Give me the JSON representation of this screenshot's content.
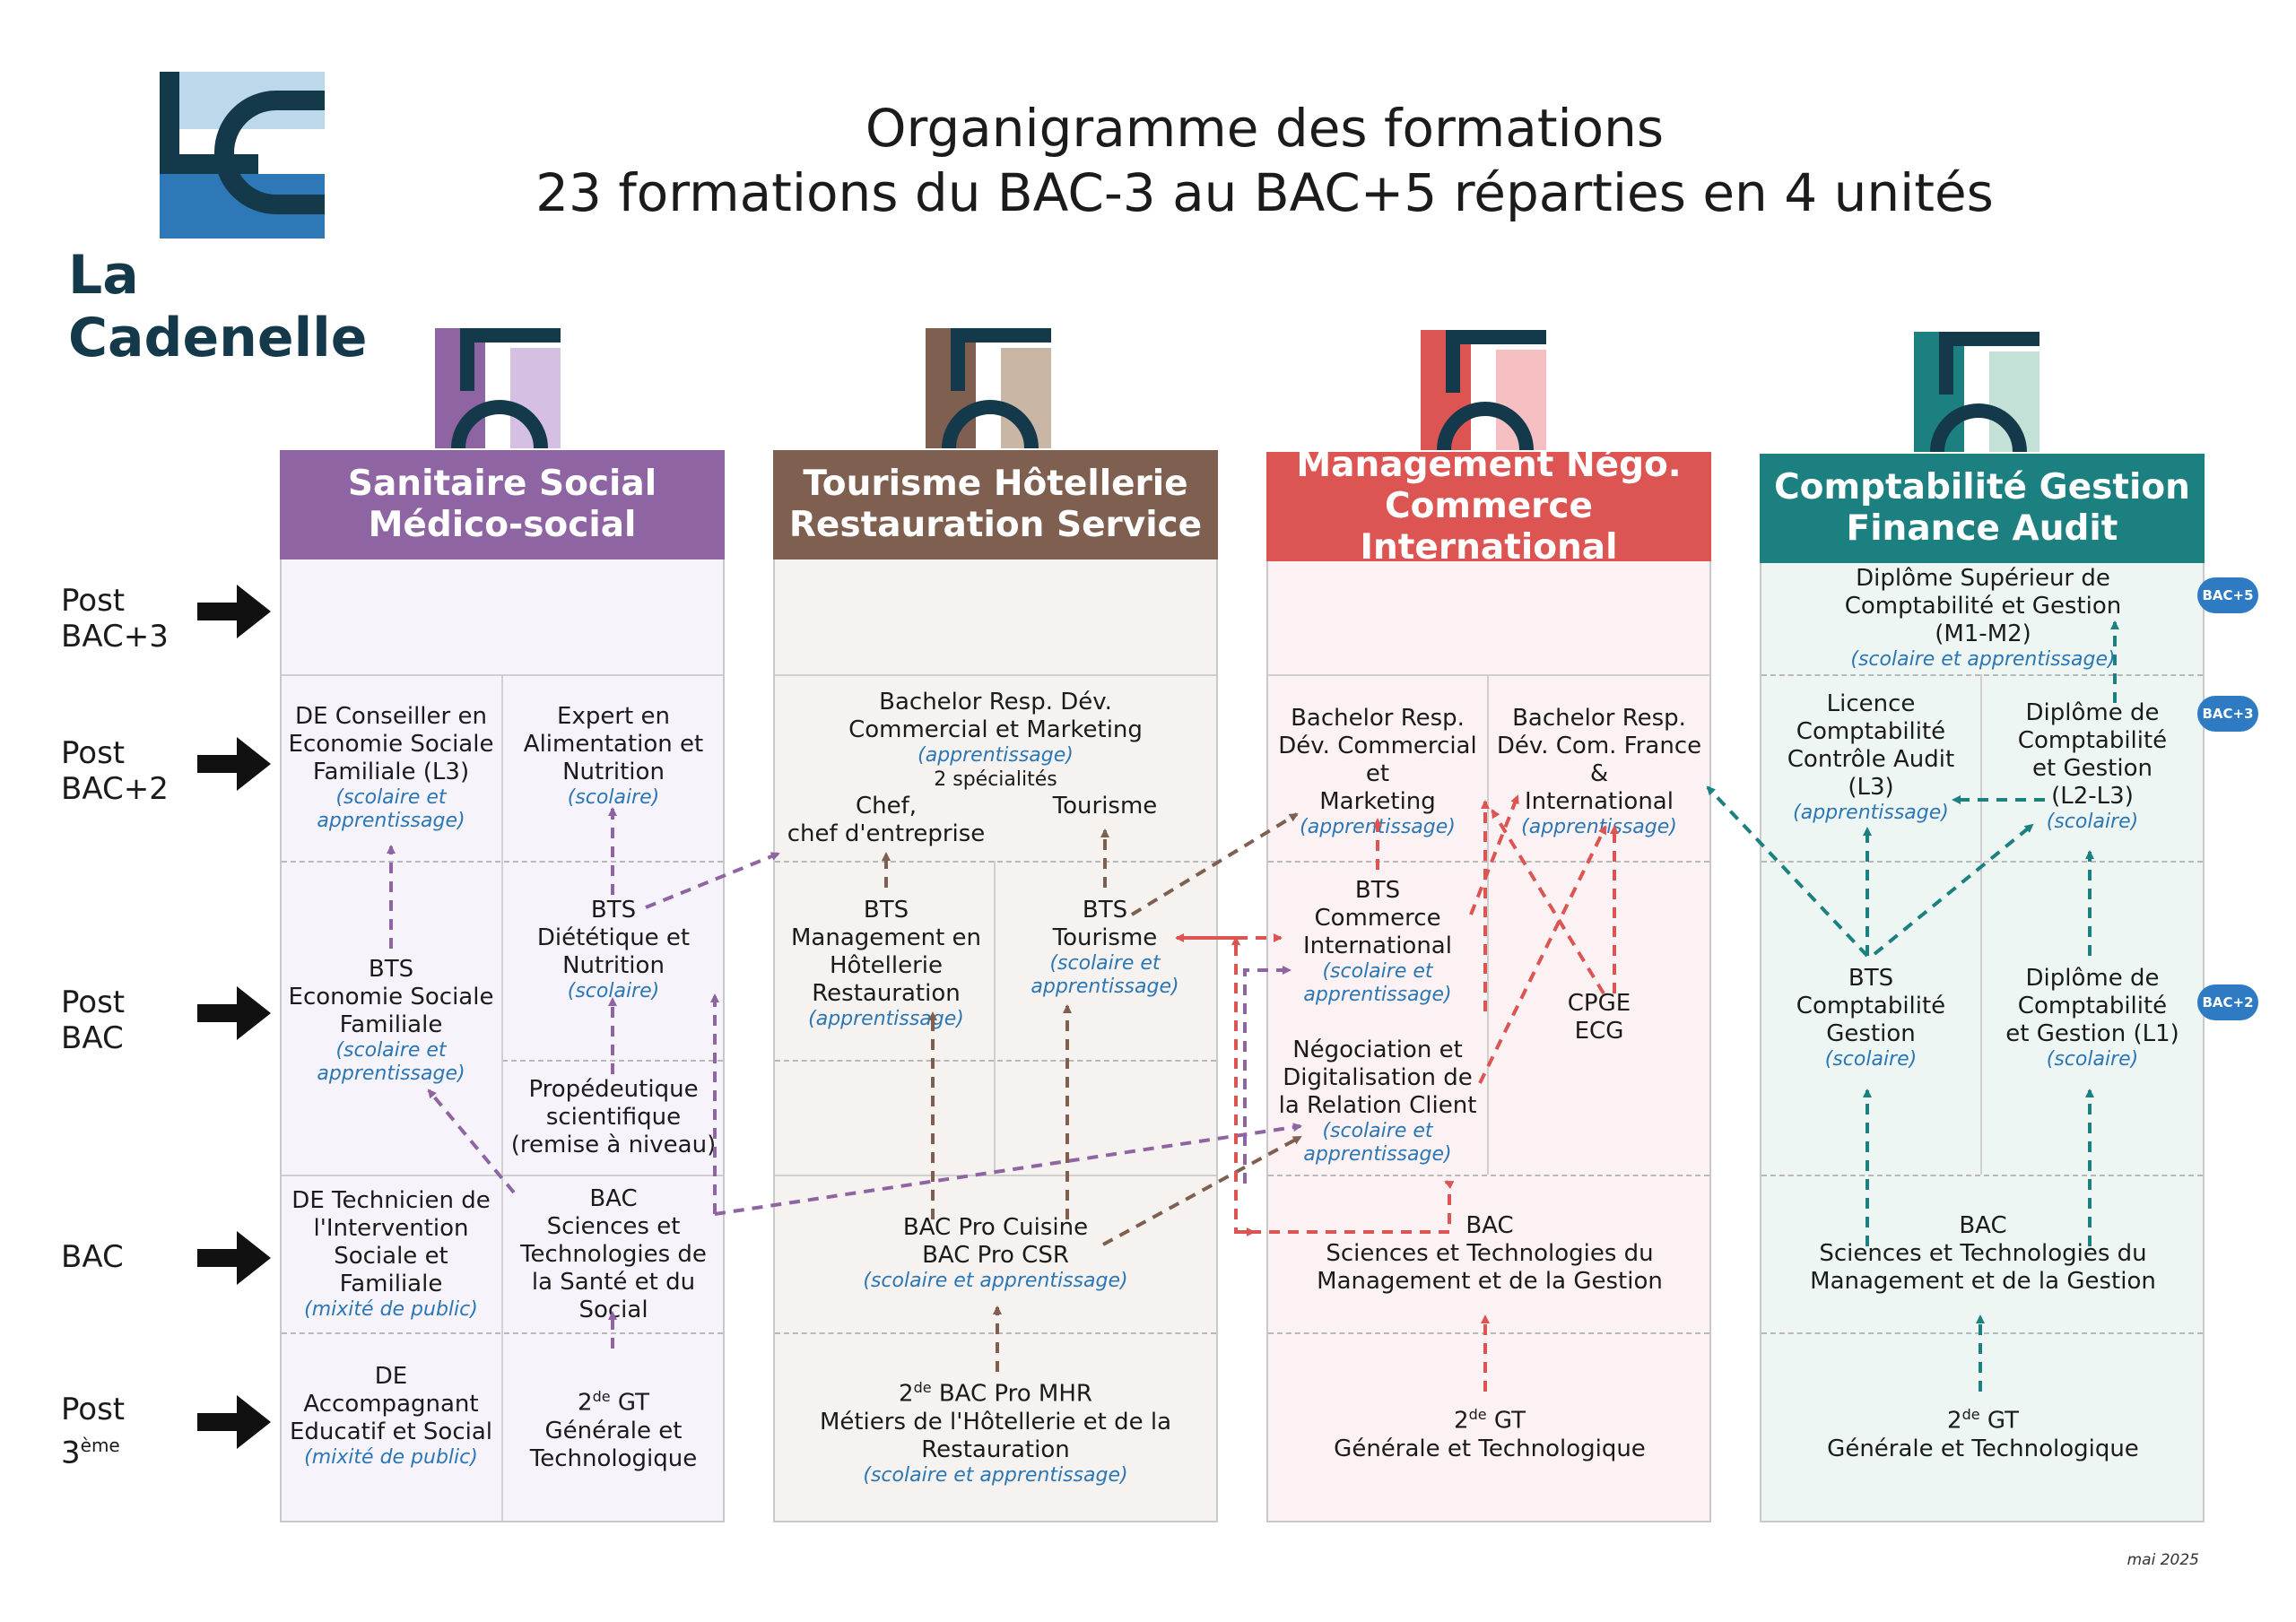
{
  "header": {
    "logo_name": "La Cadenelle",
    "title_line1": "Organigramme des formations",
    "title_line2": "23 formations du BAC-3 au BAC+5 réparties en 4 unités"
  },
  "colors": {
    "sanitaire": "#8e64a2",
    "tourisme": "#7f5f4f",
    "management": "#dc5552",
    "comptabilite": "#1c7f80",
    "logo_dark": "#14394a",
    "logo_blue": "#2f78b7",
    "logo_light": "#bcd8ea",
    "badge": "#2e7bc4"
  },
  "rows": [
    {
      "label_line1": "Post",
      "label_line2": "BAC+3"
    },
    {
      "label_line1": "Post",
      "label_line2": "BAC+2"
    },
    {
      "label_line1": "Post",
      "label_line2": "BAC"
    },
    {
      "label_line1": "BAC",
      "label_line2": ""
    },
    {
      "label_line1": "Post",
      "label_line2": "3",
      "label_sup": "ème"
    }
  ],
  "units": {
    "sanitaire": {
      "title_line1": "Sanitaire Social",
      "title_line2": "Médico-social",
      "de_cesf": {
        "line1": "DE Conseiller en",
        "line2": "Economie Sociale",
        "line3": "Familiale (L3)",
        "sub": "(scolaire et apprentissage)"
      },
      "expert": {
        "line1": "Expert en",
        "line2": "Alimentation et",
        "line3": "Nutrition",
        "sub": "(scolaire)"
      },
      "bts_esf": {
        "line1": "BTS",
        "line2": "Economie Sociale",
        "line3": "Familiale",
        "sub": "(scolaire et apprentissage)"
      },
      "bts_diet": {
        "line1": "BTS",
        "line2": "Diététique et",
        "line3": "Nutrition",
        "sub": "(scolaire)"
      },
      "propedeutique": {
        "line1": "Propédeutique",
        "line2": "scientifique",
        "line3": "(remise à niveau)"
      },
      "de_tisf": {
        "line1": "DE Technicien de",
        "line2": "l'Intervention",
        "line3": "Sociale et",
        "line4": "Familiale",
        "sub": "(mixité de public)"
      },
      "bac_st2s": {
        "line1": "BAC",
        "line2": "Sciences et",
        "line3": "Technologies de",
        "line4": "la Santé et du",
        "line5": "Social"
      },
      "de_aes": {
        "line1": "DE",
        "line2": "Accompagnant",
        "line3": "Educatif et Social",
        "sub": "(mixité de public)"
      },
      "seconde": {
        "sup": "de",
        "line1_pre": "2",
        "line1_post": " GT",
        "line2": "Générale et",
        "line3": "Technologique"
      }
    },
    "tourisme": {
      "title_line1": "Tourisme Hôtellerie",
      "title_line2": "Restauration Service",
      "bachelor": {
        "line1": "Bachelor Resp. Dév.",
        "line2": "Commercial et Marketing",
        "sub": "(apprentissage)",
        "specialites": "2 spécialités"
      },
      "chef": {
        "line1": "Chef,",
        "line2": "chef d'entreprise"
      },
      "tourisme_spec": {
        "line1": "Tourisme"
      },
      "bts_mhr": {
        "line1": "BTS",
        "line2": "Management en",
        "line3": "Hôtellerie",
        "line4": "Restauration",
        "sub": "(apprentissage)"
      },
      "bts_tourisme": {
        "line1": "BTS",
        "line2": "Tourisme",
        "sub": "(scolaire et apprentissage)"
      },
      "bac_pro": {
        "line1": "BAC Pro Cuisine",
        "line2": "BAC Pro CSR",
        "sub": "(scolaire et apprentissage)"
      },
      "seconde": {
        "line1_pre": "2",
        "sup": "de",
        "line1_post": " BAC Pro MHR",
        "line2": "Métiers de l'Hôtellerie et de la",
        "line3": "Restauration",
        "sub": "(scolaire et apprentissage)"
      }
    },
    "management": {
      "title_line1": "Management Négo.",
      "title_line2": "Commerce International",
      "bachelor_dev": {
        "line1": "Bachelor Resp.",
        "line2": "Dév. Commercial et",
        "line3": "Marketing",
        "sub": "(apprentissage)"
      },
      "bachelor_int": {
        "line1": "Bachelor Resp.",
        "line2": "Dév. Com. France &",
        "line3": "International",
        "sub": "(apprentissage)"
      },
      "bts_ci": {
        "line1": "BTS",
        "line2": "Commerce",
        "line3": "International",
        "sub": "(scolaire et apprentissage)"
      },
      "ndrc": {
        "line1": "Négociation et",
        "line2": "Digitalisation de",
        "line3": "la Relation Client",
        "sub": "(scolaire et apprentissage)"
      },
      "cpge": {
        "line1": "CPGE",
        "line2": "ECG"
      },
      "bac_stmg": {
        "line1": "BAC",
        "line2": "Sciences et Technologies du",
        "line3": "Management et de la Gestion"
      },
      "seconde": {
        "line1_pre": "2",
        "sup": "de",
        "line1_post": " GT",
        "line2": "Générale et Technologique"
      }
    },
    "comptabilite": {
      "title_line1": "Comptabilité Gestion",
      "title_line2": "Finance Audit",
      "dscg": {
        "line1": "Diplôme Supérieur de",
        "line2": "Comptabilité et Gestion",
        "line3": "(M1-M2)",
        "sub": "(scolaire et apprentissage)"
      },
      "licence": {
        "line1": "Licence",
        "line2": "Comptabilité",
        "line3": "Contrôle Audit",
        "line4": "(L3)",
        "sub": "(apprentissage)"
      },
      "dcg": {
        "line1": "Diplôme de",
        "line2": "Comptabilité",
        "line3": "et Gestion",
        "line4": "(L2-L3)",
        "sub": "(scolaire)"
      },
      "bts_cg": {
        "line1": "BTS",
        "line2": "Comptabilité",
        "line3": "Gestion",
        "sub": "(scolaire)"
      },
      "dcg_l1": {
        "line1": "Diplôme de",
        "line2": "Comptabilité",
        "line3": "et Gestion (L1)",
        "sub": "(scolaire)"
      },
      "bac_stmg": {
        "line1": "BAC",
        "line2": "Sciences et Technologies du",
        "line3": "Management et de la Gestion"
      },
      "seconde": {
        "line1_pre": "2",
        "sup": "de",
        "line1_post": " GT",
        "line2": "Générale et Technologique"
      },
      "badges": {
        "bac5": "BAC+5",
        "bac3": "BAC+3",
        "bac2": "BAC+2"
      }
    }
  },
  "footer": {
    "date": "mai 2025"
  }
}
